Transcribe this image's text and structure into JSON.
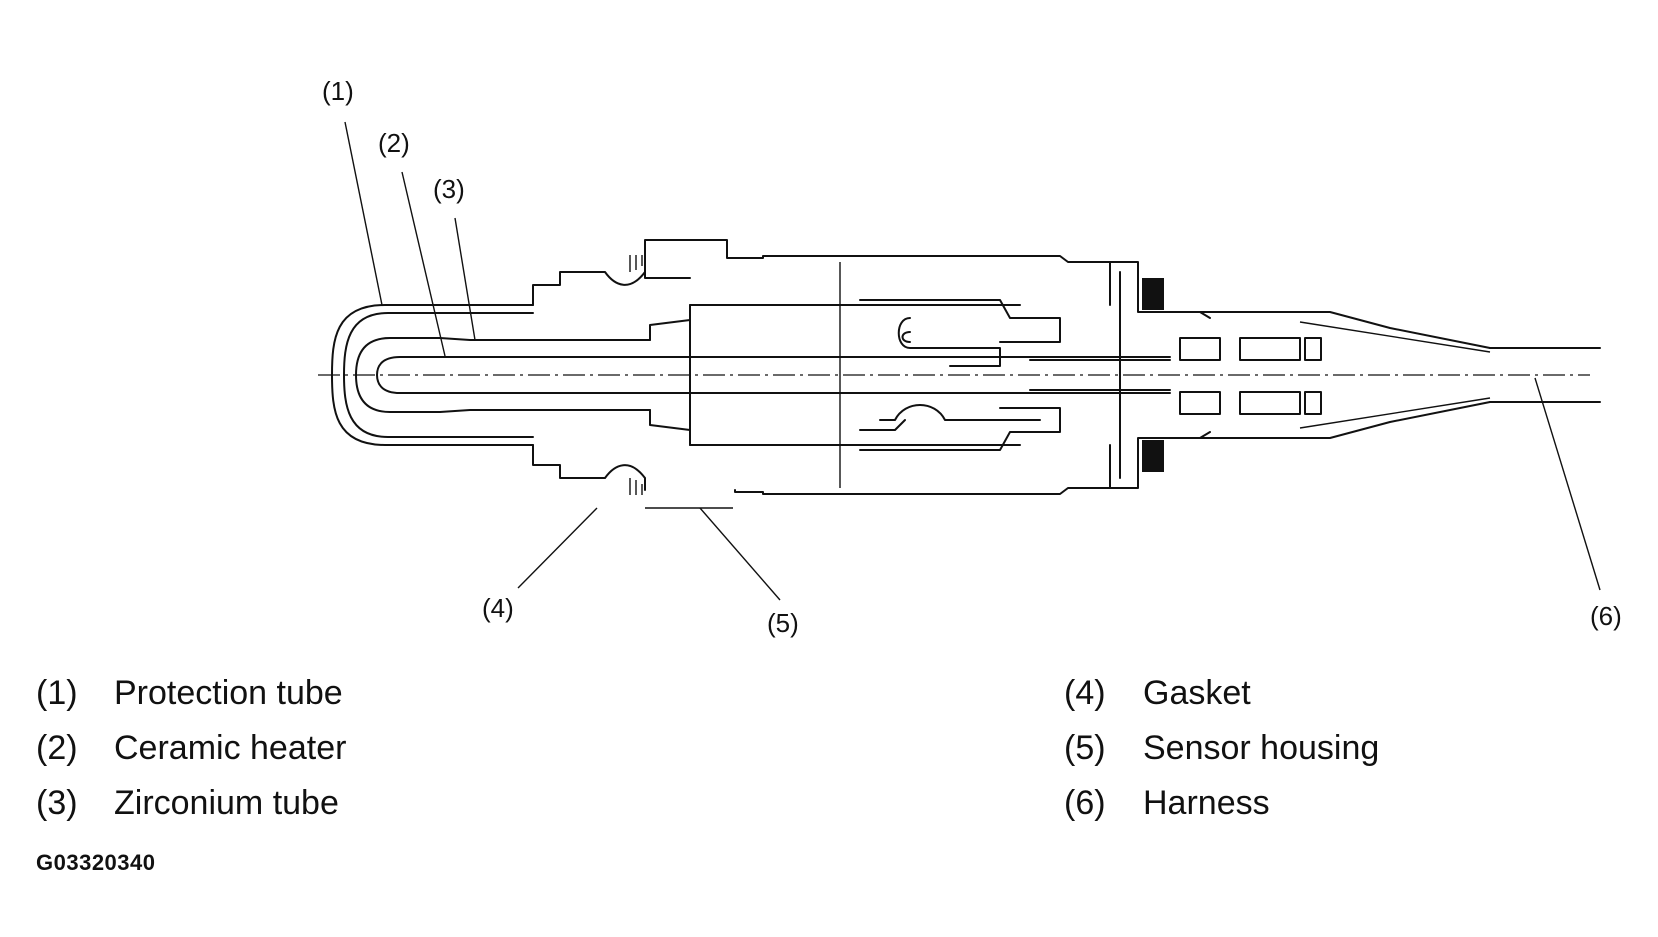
{
  "callouts": [
    "(1)",
    "(2)",
    "(3)",
    "(4)",
    "(5)",
    "(6)"
  ],
  "legend": [
    {
      "num": "(1)",
      "text": "Protection tube"
    },
    {
      "num": "(2)",
      "text": "Ceramic heater"
    },
    {
      "num": "(3)",
      "text": "Zirconium tube"
    },
    {
      "num": "(4)",
      "text": "Gasket"
    },
    {
      "num": "(5)",
      "text": "Sensor housing"
    },
    {
      "num": "(6)",
      "text": "Harness"
    }
  ],
  "figure_id": "G03320340"
}
